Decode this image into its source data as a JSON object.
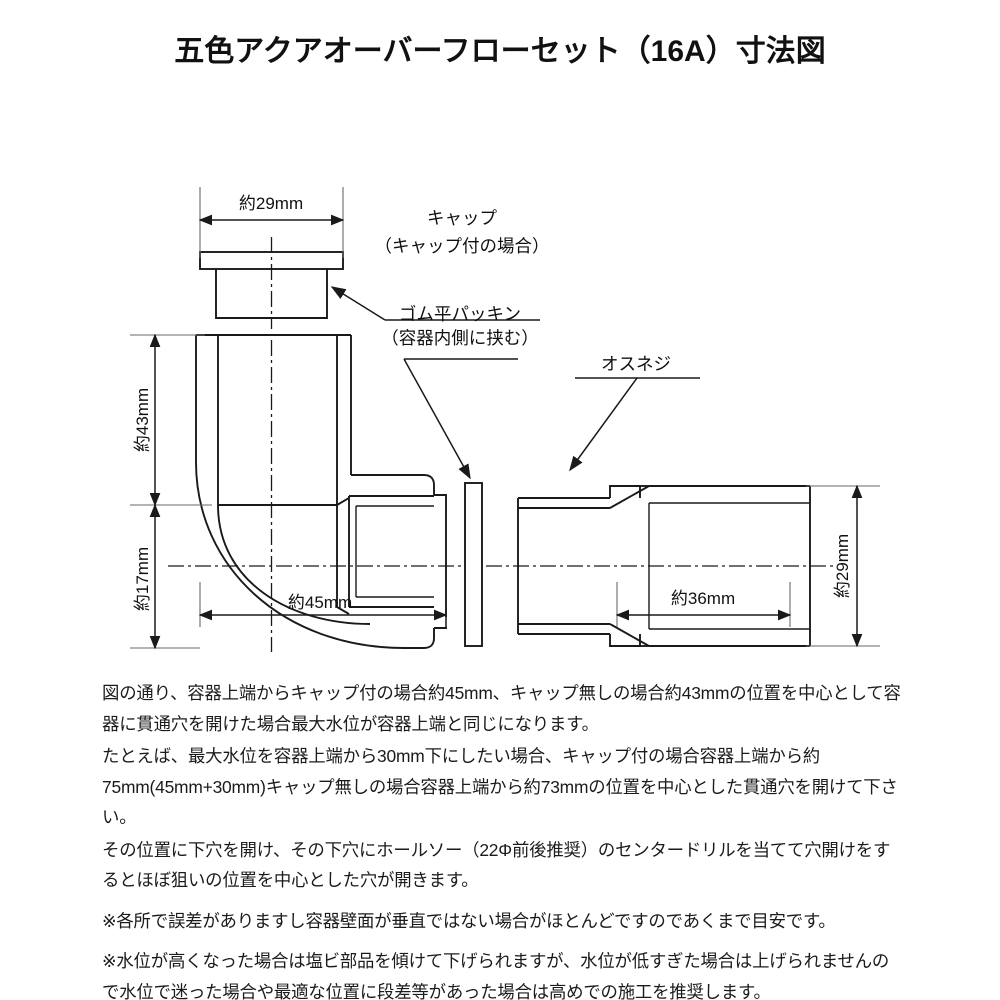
{
  "header": {
    "title": "五色アクアオーバーフローセット（16A）寸法図"
  },
  "diagram": {
    "dimensions": {
      "cap_width": "約29mm",
      "total_height": "約43mm",
      "lower_height": "約17mm",
      "elbow_length": "約45mm",
      "adapter_length": "約36mm",
      "adapter_height": "約29mm"
    },
    "labels": {
      "cap": "キャップ",
      "cap_sub": "（キャップ付の場合）",
      "gasket": "ゴム平パッキン",
      "gasket_sub": "（容器内側に挟む）",
      "male_thread": "オスネジ"
    },
    "colors": {
      "line": "#1a1a1a",
      "thin_line": "#555555",
      "background": "#ffffff"
    }
  },
  "body": {
    "paragraphs": [
      "図の通り、容器上端からキャップ付の場合約45mm、キャップ無しの場合約43mmの位置を中心として容器に貫通穴を開けた場合最大水位が容器上端と同じになります。",
      "たとえば、最大水位を容器上端から30mm下にしたい場合、キャップ付の場合容器上端から約75mm(45mm+30mm)キャップ無しの場合容器上端から約73mmの位置を中心とした貫通穴を開けて下さい。",
      "その位置に下穴を開け、その下穴にホールソー（22Φ前後推奨）のセンタードリルを当てて穴開けをするとほぼ狙いの位置を中心とした穴が開きます。"
    ],
    "notes": [
      "※各所で誤差がありますし容器壁面が垂直ではない場合がほとんどですのであくまで目安です。",
      "※水位が高くなった場合は塩ビ部品を傾けて下げられますが、水位が低すぎた場合は上げられませんので水位で迷った場合や最適な位置に段差等があった場合は高めでの施工を推奨します。"
    ]
  }
}
